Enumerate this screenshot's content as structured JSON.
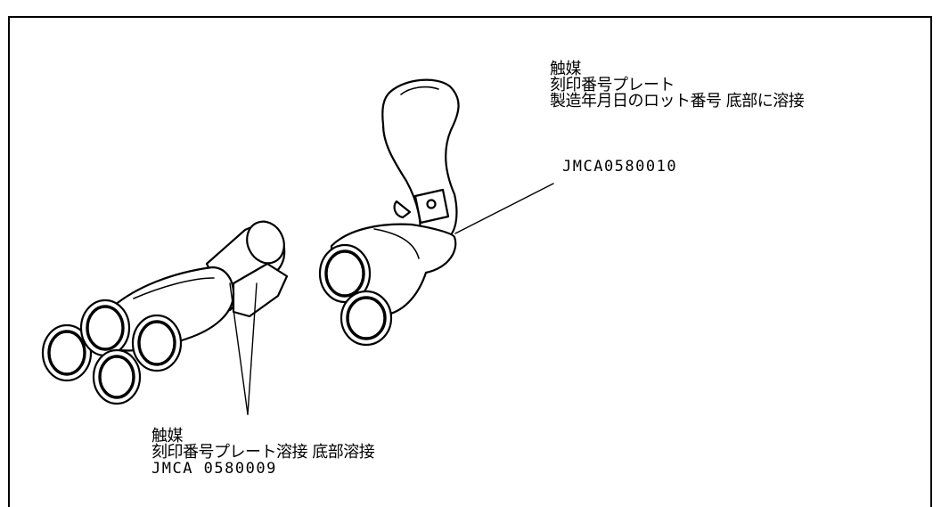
{
  "right_catalyst": {
    "line1": "触媒",
    "line2": "刻印番号プレート",
    "line3": "製造年月日のロット番号  底部に溶接",
    "code": "JMCA0580010"
  },
  "left_catalyst": {
    "line1": "触媒",
    "line2": "刻印番号プレート溶接  底部溶接",
    "code": "JMCA  0580009"
  }
}
